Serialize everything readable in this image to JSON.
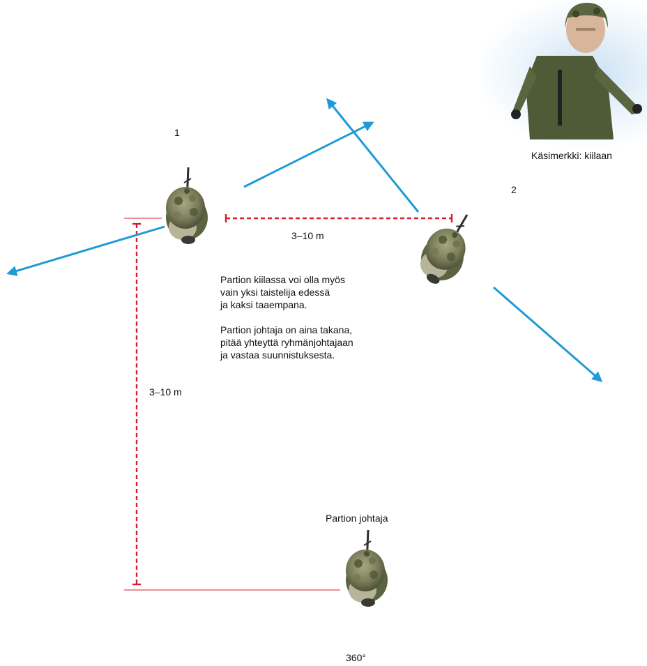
{
  "labels": {
    "soldier1": "1",
    "soldier2": "2",
    "leader": "Partion johtaja",
    "hand_signal": "Käsimerkki: kiilaan",
    "distance_horizontal": "3–10 m",
    "distance_vertical": "3–10 m",
    "coverage": "360°"
  },
  "notes": {
    "line1": "Partion kiilassa voi olla myös",
    "line2": "vain yksi taistelija edessä",
    "line3": "ja kaksi taaempana.",
    "line4": "Partion johtaja on aina takana,",
    "line5": "pitää yhteyttä ryhmänjohtajaan",
    "line6": "ja vastaa suunnistuksesta."
  },
  "colors": {
    "arrow": "#1e9ad6",
    "distance": "#d81e2c",
    "helmet": "#8a8e6a",
    "helmet_dark": "#5c6044",
    "uniform": "#4f5a36"
  }
}
